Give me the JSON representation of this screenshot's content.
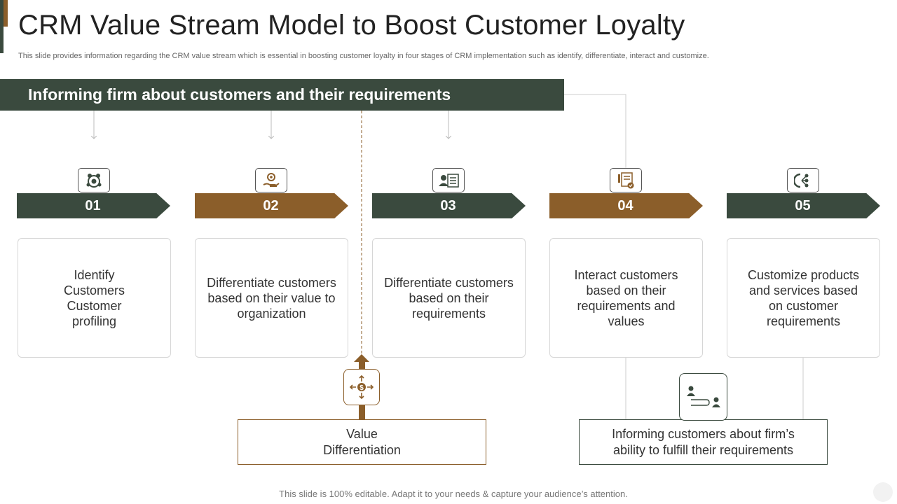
{
  "title": "CRM Value Stream Model to Boost Customer Loyalty",
  "subtitle": "This slide provides information regarding the CRM value stream which is essential in boosting customer loyalty in four stages of CRM implementation such as identify, differentiate, interact and customize.",
  "banner": "Informing firm about customers and their requirements",
  "colors": {
    "green": "#3a4a3e",
    "brown": "#8b5e2a"
  },
  "steps": [
    {
      "number": "01",
      "icon": "team-globe-icon",
      "text": "Identify Customers Customer profiling"
    },
    {
      "number": "02",
      "icon": "hand-gear-icon",
      "text": "Differentiate customers based on their value to organization"
    },
    {
      "number": "03",
      "icon": "profile-card-icon",
      "text": "Differentiate customers based on their requirements"
    },
    {
      "number": "04",
      "icon": "checklist-icon",
      "text": "Interact customers based on their requirements and values"
    },
    {
      "number": "05",
      "icon": "network-nodes-icon",
      "text": "Customize products and services based on customer requirements"
    }
  ],
  "value_box": {
    "text": "Value Differentiation",
    "icon": "dollar-arrows-icon"
  },
  "inform_box": {
    "text": "Informing customers about firm’s ability to fulfill their requirements",
    "icon": "people-connection-icon"
  },
  "footer": "This slide is 100% editable. Adapt it to your needs & capture your audience’s attention."
}
